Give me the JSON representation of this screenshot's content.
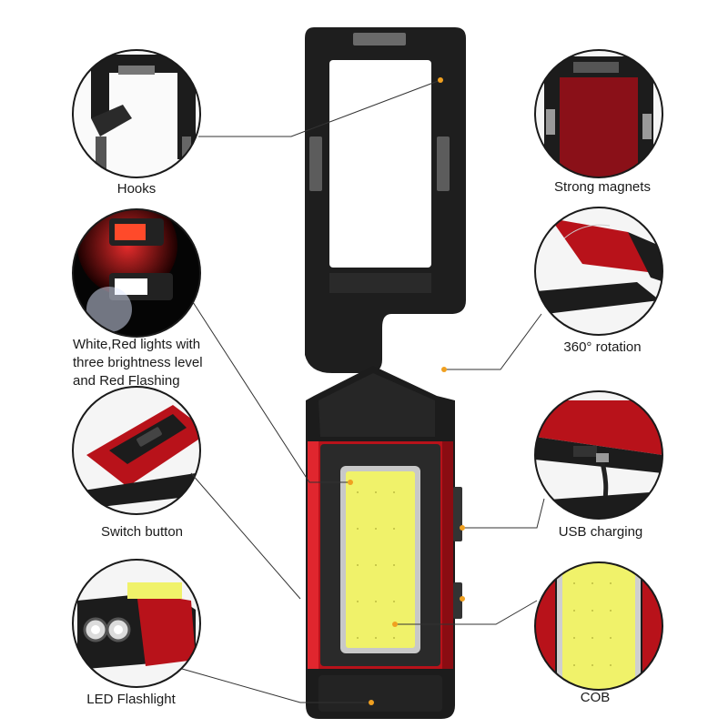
{
  "labels": {
    "hooks": "Hooks",
    "strong_magnets": "Strong magnets",
    "white_red_lights": [
      "White,Red lights with",
      "three brightness level",
      "and Red Flashing"
    ],
    "rotation": "360° rotation",
    "switch_button": "Switch button",
    "usb_charging": "USB charging",
    "led_flashlight": "LED Flashlight",
    "cob": "COB"
  },
  "colors": {
    "body_red": "#c0141c",
    "body_black": "#1c1c1c",
    "cob_yellow": "#f0f26a",
    "callout_dot": "#f0a020",
    "callout_line": "#333333"
  }
}
